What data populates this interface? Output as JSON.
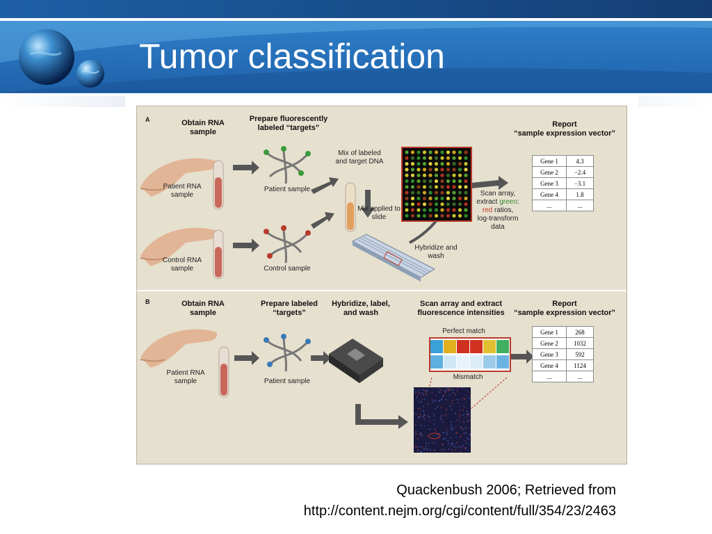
{
  "slide": {
    "title": "Tumor classification",
    "citation_line1": "Quackenbush 2006; Retrieved from",
    "citation_line2": "http://content.nejm.org/cgi/content/full/354/23/2463"
  },
  "figure": {
    "panel_a": {
      "letter": "A",
      "step1": "Obtain RNA sample",
      "step2": "Prepare fluorescently labeled “targets”",
      "patient_rna": "Patient RNA sample",
      "control_rna": "Control RNA sample",
      "patient_sample": "Patient sample",
      "control_sample": "Control sample",
      "mix": "Mix of labeled and target DNA",
      "mix_applied": "Mix applied to slide",
      "hybridize": "Hybridize and wash",
      "scan_1": "Scan array,",
      "scan_2": "extract ",
      "scan_green": "green",
      "scan_colon": ":",
      "scan_red": "red",
      "scan_3": " ratios,",
      "scan_4": "log-transform",
      "scan_5": "data",
      "report_1": "Report",
      "report_2": "“sample expression vector”",
      "table": [
        {
          "gene": "Gene 1",
          "value": "4.3"
        },
        {
          "gene": "Gene 2",
          "value": "−2.4"
        },
        {
          "gene": "Gene 3",
          "value": "−3.1"
        },
        {
          "gene": "Gene 4",
          "value": "1.8"
        },
        {
          "gene": "...",
          "value": "..."
        }
      ]
    },
    "panel_b": {
      "letter": "B",
      "step1": "Obtain RNA sample",
      "step2": "Prepare labeled “targets”",
      "step3": "Hybridize, label, and wash",
      "step4": "Scan array and extract fluorescence intensities",
      "patient_rna": "Patient RNA sample",
      "patient_sample": "Patient sample",
      "perfect_match": "Perfect match",
      "mismatch": "Mismatch",
      "report_1": "Report",
      "report_2": "“sample expression vector”",
      "table": [
        {
          "gene": "Gene 1",
          "value": "268"
        },
        {
          "gene": "Gene 2",
          "value": "1032"
        },
        {
          "gene": "Gene 3",
          "value": "592"
        },
        {
          "gene": "Gene 4",
          "value": "1124"
        },
        {
          "gene": "...",
          "value": "..."
        }
      ]
    }
  }
}
